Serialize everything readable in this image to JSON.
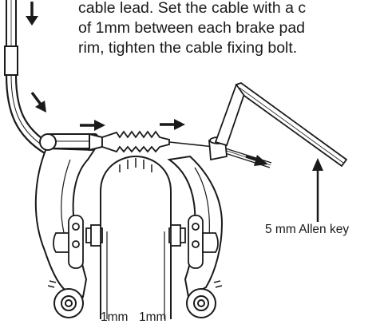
{
  "instructions": {
    "lines": [
      "cable lead.  Set the cable with a c",
      "of 1mm between each brake pad",
      "rim, tighten the cable fixing bolt."
    ]
  },
  "labels": {
    "allen_key": "5 mm Allen key",
    "gap_left": "1mm",
    "gap_right": "1mm"
  },
  "colors": {
    "line": "#1a1a1a",
    "fill": "#ffffff"
  }
}
